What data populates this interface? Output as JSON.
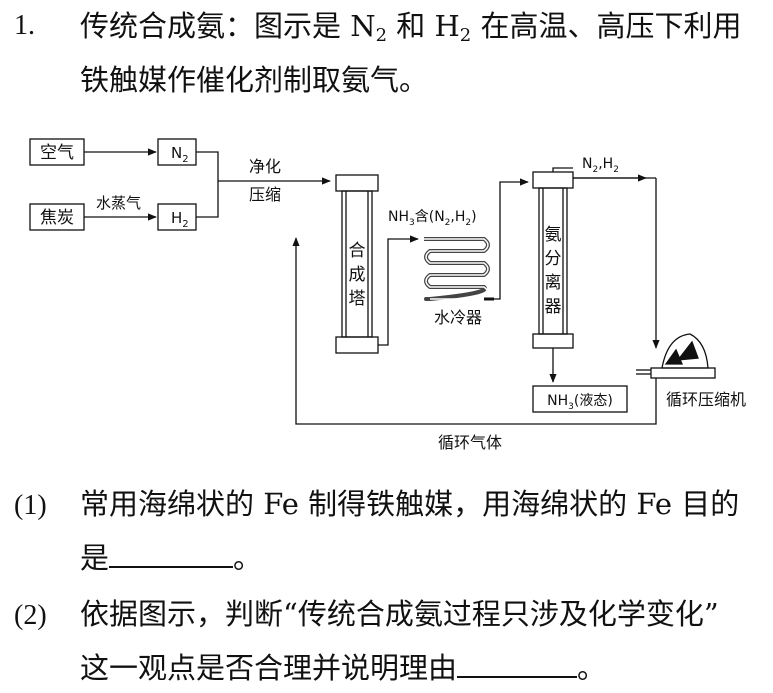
{
  "question": {
    "number": "1.",
    "line1": {
      "pre": "传统合成氨：图示是 N",
      "sub1": "2",
      "mid": " 和 H",
      "sub2": "2",
      "post": " 在高温、高压下利用"
    },
    "line2": "铁触媒作催化剂制取氨气。"
  },
  "diagram": {
    "air": "空气",
    "coke": "焦炭",
    "n2": {
      "main": "N",
      "sub": "2"
    },
    "h2": {
      "main": "H",
      "sub": "2"
    },
    "steam": "水蒸气",
    "purify": "净化",
    "compress": "压缩",
    "synthesis_tower": [
      "合",
      "成",
      "塔"
    ],
    "nh3_mix": {
      "pre": "NH",
      "sub": "3",
      "mid": "含(N",
      "sub2": "2",
      "mid2": ",H",
      "sub3": "2",
      "post": ")"
    },
    "water_cooler": "水冷器",
    "separator": [
      "氨",
      "分",
      "离",
      "器"
    ],
    "n2h2_out": {
      "a": "N",
      "as": "2",
      "b": ",H",
      "bs": "2"
    },
    "nh3_liquid": {
      "pre": "NH",
      "sub": "3",
      "post": "(液态)"
    },
    "recycle_compressor": "循环压缩机",
    "recycle_gas": "循环气体"
  },
  "parts": [
    {
      "label": "(1)",
      "line1": "常用海绵状的 Fe 制得铁触媒，用海绵状的 Fe 目的",
      "line2_pre": "是",
      "line2_post": "。"
    },
    {
      "label": "(2)",
      "line1": "依据图示，判断“传统合成氨过程只涉及化学变化”",
      "line2_pre": "这一观点是否合理并说明理由",
      "line2_post": "。"
    }
  ]
}
